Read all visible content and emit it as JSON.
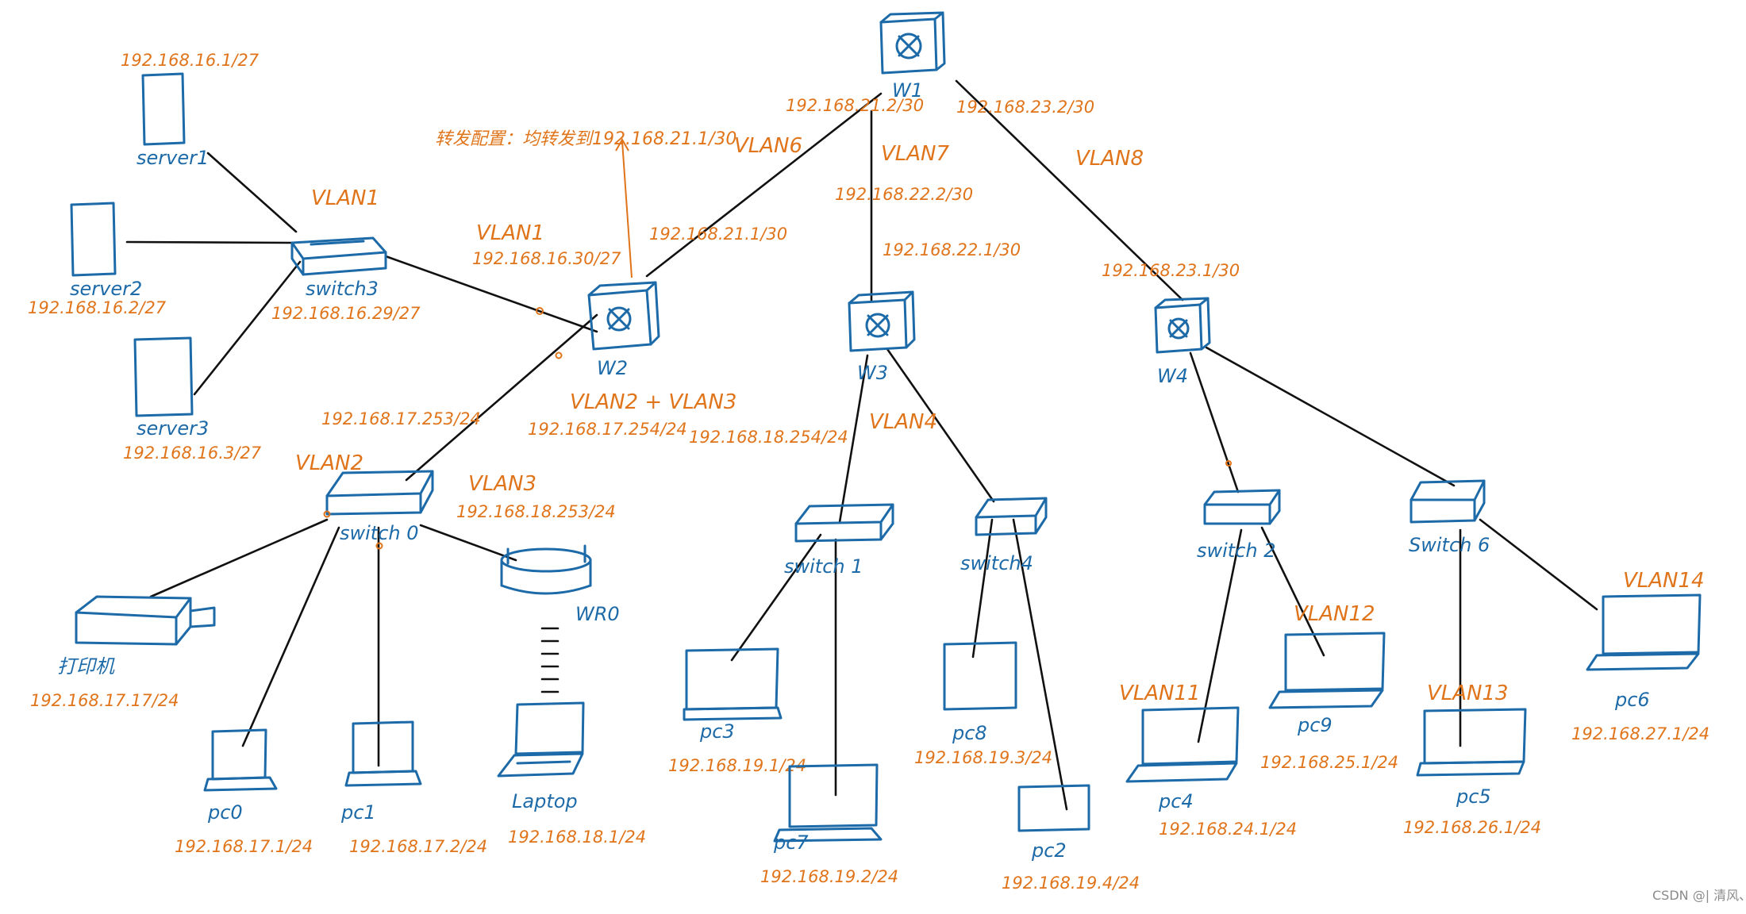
{
  "colors": {
    "device": "#1d6aa8",
    "address": "#e0741a",
    "link": "#111111"
  },
  "routers": {
    "w1": {
      "name": "W1",
      "icon": "router-icon"
    },
    "w2": {
      "name": "W2",
      "icon": "router-icon"
    },
    "w3": {
      "name": "W3",
      "icon": "router-icon"
    },
    "w4": {
      "name": "W4",
      "icon": "router-icon"
    }
  },
  "switches": {
    "switch3": {
      "name": "switch3",
      "icon": "switch-icon"
    },
    "switch0": {
      "name": "switch 0",
      "icon": "switch-icon"
    },
    "switch1": {
      "name": "switch 1",
      "icon": "switch-icon"
    },
    "switch4": {
      "name": "switch4",
      "icon": "switch-icon"
    },
    "switch2": {
      "name": "switch 2",
      "icon": "switch-icon"
    },
    "switch6": {
      "name": "Switch 6",
      "icon": "switch-icon"
    }
  },
  "wireless": {
    "wr0": {
      "name": "WR0",
      "icon": "wireless-router-icon"
    }
  },
  "servers": {
    "server1": {
      "name": "server1",
      "ip": "192.168.16.1/27",
      "icon": "server-icon"
    },
    "server2": {
      "name": "server2",
      "ip": "192.168.16.2/27",
      "icon": "server-icon"
    },
    "server3": {
      "name": "server3",
      "ip": "192.168.16.3/27",
      "icon": "server-icon"
    }
  },
  "printer": {
    "name": "打印机",
    "ip": "192.168.17.17/24",
    "icon": "printer-icon"
  },
  "hosts": {
    "pc0": {
      "name": "pc0",
      "ip": "192.168.17.1/24"
    },
    "pc1": {
      "name": "pc1",
      "ip": "192.168.17.2/24"
    },
    "laptop": {
      "name": "Laptop",
      "ip": "192.168.18.1/24"
    },
    "pc3": {
      "name": "pc3",
      "ip": "192.168.19.1/24"
    },
    "pc7": {
      "name": "pc7",
      "ip": "192.168.19.2/24"
    },
    "pc8": {
      "name": "pc8",
      "ip": "192.168.19.3/24"
    },
    "pc2": {
      "name": "pc2",
      "ip": "192.168.19.4/24"
    },
    "pc4": {
      "name": "pc4",
      "ip": "192.168.24.1/24"
    },
    "pc9": {
      "name": "pc9",
      "ip": "192.168.25.1/24"
    },
    "pc5": {
      "name": "pc5",
      "ip": "192.168.26.1/24"
    },
    "pc6": {
      "name": "pc6",
      "ip": "192.168.27.1/24"
    }
  },
  "addresses": {
    "switch3_ip": "192.168.16.29/27",
    "w2_vlan1": "192.168.16.30/27",
    "w2_uplink": "192.168.21.1/30",
    "w1_to_w2": "192.168.21.2/30",
    "w1_to_w3": "192.168.22.2/30",
    "w1_to_w4": "192.168.23.2/30",
    "w3_uplink": "192.168.22.1/30",
    "w4_uplink": "192.168.23.1/30",
    "sw0_vlan2": "192.168.17.253/24",
    "sw0_vlan3": "192.168.18.253/24",
    "w2_vlan2": "192.168.17.254/24",
    "w2_vlan3": "192.168.18.254/24"
  },
  "vlans": {
    "vlan1_switch": "VLAN1",
    "vlan1_w2": "VLAN1",
    "vlan2": "VLAN2",
    "vlan3": "VLAN3",
    "vlan2_3": "VLAN2 + VLAN3",
    "vlan4": "VLAN4",
    "vlan6": "VLAN6",
    "vlan7": "VLAN7",
    "vlan8": "VLAN8",
    "vlan11": "VLAN11",
    "vlan12": "VLAN12",
    "vlan13": "VLAN13",
    "vlan14": "VLAN14"
  },
  "annotation": "转发配置：均转发到192.168.21.1/30",
  "watermark": "CSDN @| 清风、"
}
